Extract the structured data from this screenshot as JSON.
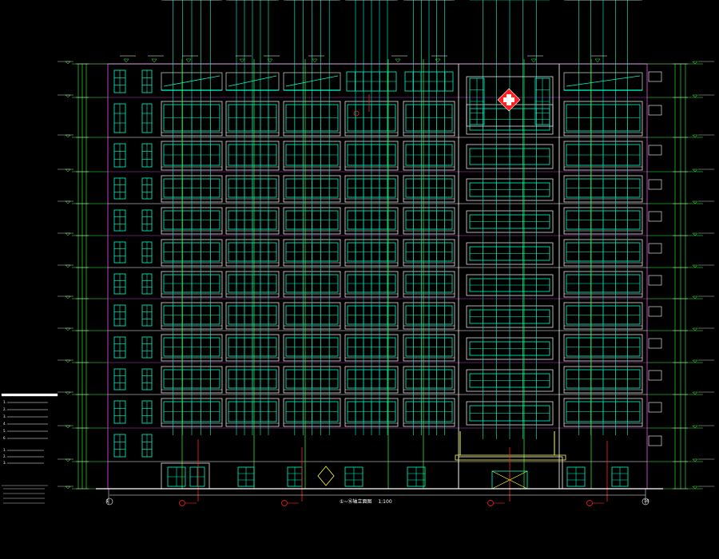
{
  "drawing": {
    "view_title": "①~⑯轴立面图",
    "scale": "1:100",
    "axis_start": "1",
    "axis_end": "16"
  },
  "floors": {
    "count": 12
  },
  "colors": {
    "background": "#000000",
    "window": "#00ffcc",
    "frame": "#ffffff",
    "outline": "#c040c0",
    "level_line": "#33ff33",
    "red": "#ff2020",
    "yellow": "#ffff33"
  },
  "icons": {
    "hospital_sign": "red-cross-icon"
  },
  "notes": {
    "group1": [
      "1.",
      "2.",
      "3.",
      "4.",
      "5.",
      "6."
    ],
    "group2": [
      "1.",
      "2.",
      "3."
    ]
  }
}
